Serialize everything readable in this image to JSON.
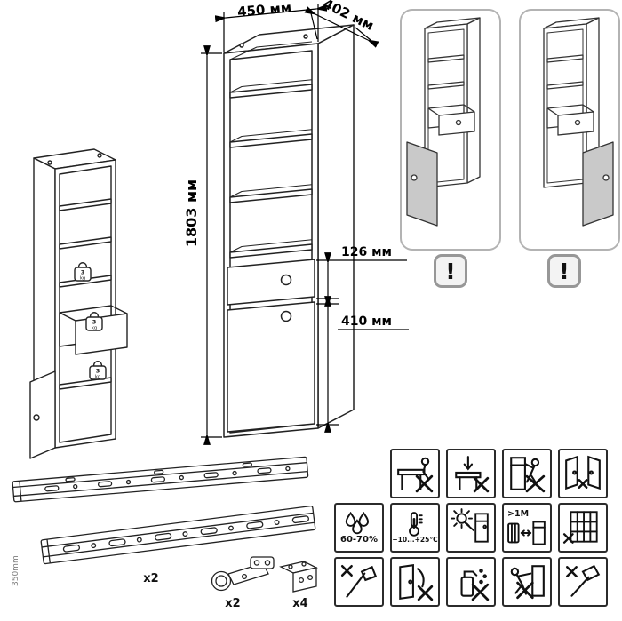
{
  "main_drawing": {
    "width_label": "450 мм",
    "depth_label": "402 мм",
    "height_label": "1803 мм",
    "drawer_label": "126 мм",
    "door_label": "410 мм"
  },
  "iso_drawing": {
    "weights": [
      {
        "value": "3",
        "unit": "kg"
      },
      {
        "value": "3",
        "unit": "kg"
      },
      {
        "value": "3",
        "unit": "kg"
      }
    ]
  },
  "warning_panels": [
    {
      "exclamation": "!"
    },
    {
      "exclamation": "!"
    }
  ],
  "hardware": {
    "slide_length": "350mm",
    "slides_qty": "x2",
    "hinge_qty": "x2",
    "bracket_qty": "x4"
  },
  "care_icons": {
    "humidity": "60-70%",
    "temperature": "+10...+25°C",
    "distance": ">1М",
    "row1": [
      "no-sitting",
      "no-standing",
      "no-climbing",
      "no-leaning-on-doors"
    ],
    "row2": [
      "humidity-range",
      "temperature-range",
      "avoid-sunlight",
      "keep-distance-from-heat",
      "no-radiator-nearby"
    ],
    "row3": [
      "no-sharp-tools",
      "no-door-slamming",
      "no-aggressive-cleaners",
      "no-pushing",
      "no-hammering"
    ]
  }
}
